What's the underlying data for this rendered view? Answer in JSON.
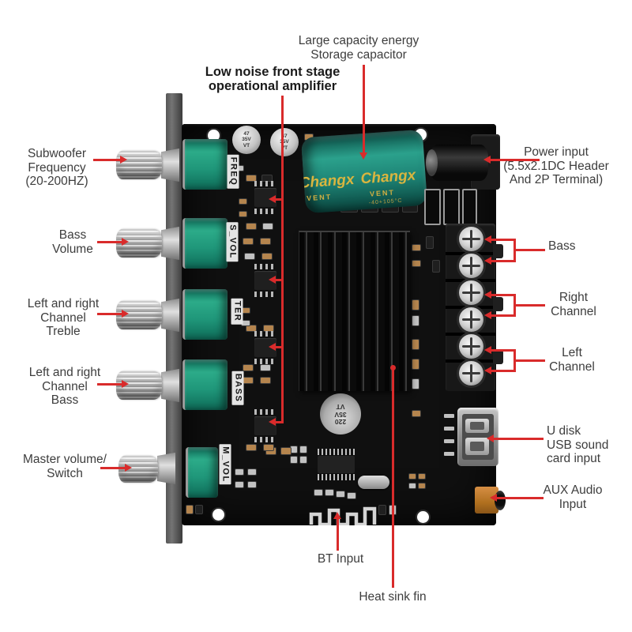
{
  "colors": {
    "annotation_red": "#d92b2b",
    "pot_green": "#1f9679",
    "capacitor_green": "#1d8274",
    "brand_gold": "#d9b53f",
    "board_black": "#101010"
  },
  "callouts": {
    "subwoofer": {
      "text": "Subwoofer\nFrequency\n(20-200HZ)"
    },
    "bass_volume": {
      "text": "Bass\nVolume"
    },
    "treble": {
      "text": "Left and right\nChannel\nTreble"
    },
    "channel_bass": {
      "text": "Left and right\nChannel\nBass"
    },
    "master": {
      "text": "Master volume/\nSwitch"
    },
    "opamp": {
      "text": "Low noise front stage\noperational amplifier"
    },
    "storage_cap": {
      "text": "Large capacity energy\nStorage capacitor"
    },
    "power": {
      "text": "Power input\n(5.5x2.1DC Header\nAnd 2P Terminal)"
    },
    "bass_out": {
      "text": "Bass"
    },
    "right_channel": {
      "text": "Right\nChannel"
    },
    "left_channel": {
      "text": "Left\nChannel"
    },
    "usb": {
      "text": "U disk\nUSB sound\ncard input"
    },
    "aux": {
      "text": "AUX Audio\nInput"
    },
    "bt": {
      "text": "BT Input"
    },
    "heatsink": {
      "text": "Heat sink fin"
    }
  },
  "board": {
    "silkscreen": {
      "freq": "FREQ",
      "s_vol": "S_VOL",
      "ter": "TER",
      "bass": "BASS",
      "m_vol": "M_VOL"
    },
    "small_cap": "47\n35V\nVT",
    "big_cap": {
      "brand": "Changx",
      "vent": "VENT",
      "temp": "-40+105°C"
    },
    "cap220": "220\n35V\nVT"
  }
}
